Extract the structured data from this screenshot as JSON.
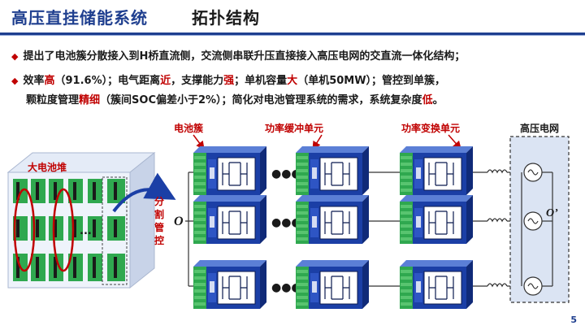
{
  "header": {
    "title": "高压直挂储能系统",
    "subtitle": "拓扑结构"
  },
  "bullets": [
    {
      "segments": [
        {
          "text": "提出了电池簇分散接入到H桥直流侧，交流侧串联升压直接接入高压电网的交直流一体化结构；",
          "highlight": false
        }
      ]
    },
    {
      "segments": [
        {
          "text": "效率",
          "highlight": false
        },
        {
          "text": "高",
          "highlight": true
        },
        {
          "text": "（91.6%）；电气距离",
          "highlight": false
        },
        {
          "text": "近",
          "highlight": true
        },
        {
          "text": "，支撑能力",
          "highlight": false
        },
        {
          "text": "强",
          "highlight": true
        },
        {
          "text": "；单机容量",
          "highlight": false
        },
        {
          "text": "大",
          "highlight": true
        },
        {
          "text": "（单机50MW）；管控到单簇，",
          "highlight": false
        }
      ]
    },
    {
      "segments": [
        {
          "text": "颗粒度管理",
          "highlight": false
        },
        {
          "text": "精细",
          "highlight": true
        },
        {
          "text": "（簇间SOC偏差小于2%）；简化对电池管理系统的需求，系统复杂度",
          "highlight": false
        },
        {
          "text": "低",
          "highlight": true
        },
        {
          "text": "。",
          "highlight": false
        }
      ]
    }
  ],
  "diagram": {
    "battery_stack_label": "大电池堆",
    "split_control_label": "分割管控",
    "node_left_label": "O",
    "node_right_label": "O’",
    "battery_cluster_label": "电池簇",
    "power_buffer_label": "功率缓冲单元",
    "power_conversion_label": "功率变换单元",
    "hv_grid_label": "高压电网",
    "colors": {
      "accent_red": "#c00000",
      "module_blue": "#1b3fa6",
      "module_green": "#2fa84f",
      "grid_box": "#dbe4f3"
    }
  },
  "page_number": "5"
}
